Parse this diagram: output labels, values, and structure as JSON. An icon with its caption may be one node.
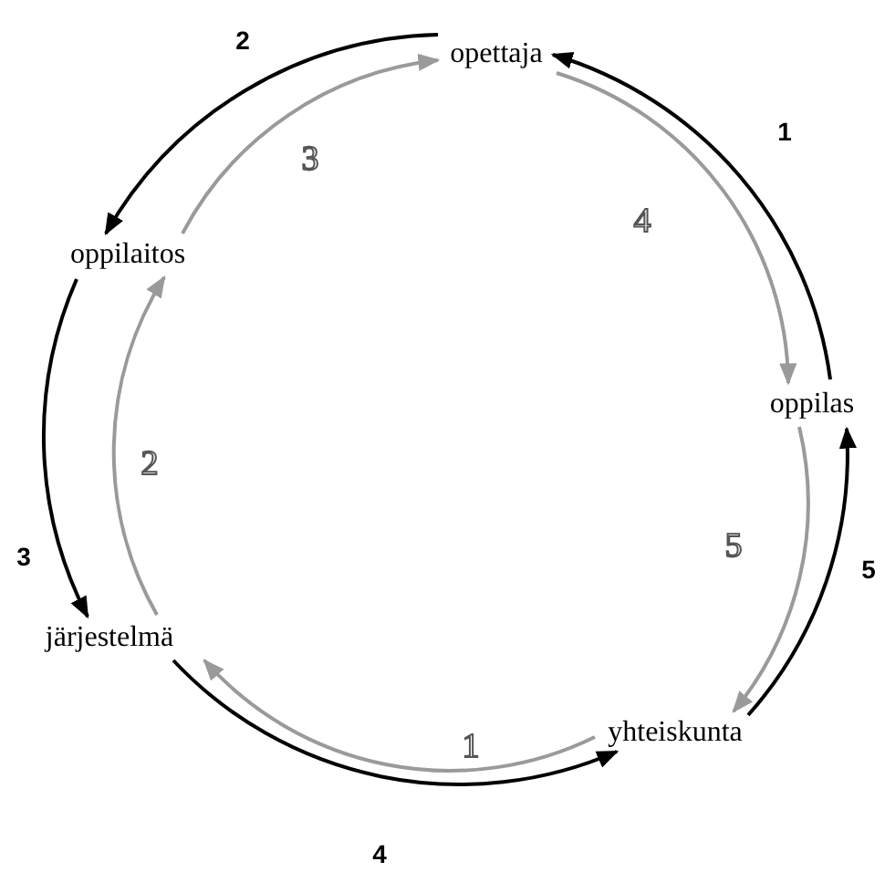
{
  "diagram": {
    "nodes": [
      {
        "text": [
          "opettaja"
        ]
      },
      {
        "text": [
          "oppilaitos"
        ]
      },
      {
        "text": [
          "oppilas"
        ]
      },
      {
        "text": [
          "järjestelmä"
        ]
      },
      {
        "text": [
          "yhteiskunta"
        ]
      }
    ],
    "edges": [
      {
        "from": 2,
        "to": 0,
        "arrow": "to",
        "label": "1"
      },
      {
        "from": 0,
        "to": 1,
        "arrow": "to",
        "label": "2"
      },
      {
        "from": 1,
        "to": 3,
        "arrow": "to",
        "label": "3"
      },
      {
        "from": 3,
        "to": 4,
        "arrow": "to",
        "label": "4"
      },
      {
        "from": 4,
        "to": 2,
        "arrow": "to",
        "label": "5"
      },
      {
        "from": 4,
        "to": 3,
        "arrow": "to",
        "label": "1",
        "color": "#9a9a9a"
      },
      {
        "from": 3,
        "to": 1,
        "arrow": "to",
        "label": "2",
        "color": "#9a9a9a"
      },
      {
        "from": 1,
        "to": 0,
        "arrow": "to",
        "label": "3",
        "color": "#9a9a9a"
      },
      {
        "from": 0,
        "to": 2,
        "arrow": "to",
        "label": "4",
        "color": "#9a9a9a"
      },
      {
        "from": 2,
        "to": 4,
        "arrow": "to",
        "label": "5",
        "color": "#9a9a9a"
      }
    ]
  }
}
